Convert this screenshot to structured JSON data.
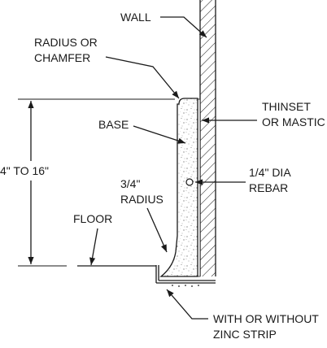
{
  "labels": {
    "wall": "WALL",
    "radius_chamfer": [
      "RADIUS OR",
      "CHAMFER"
    ],
    "thinset": [
      "THINSET",
      "OR MASTIC"
    ],
    "base": "BASE",
    "height": "4\" TO 16\"",
    "rebar": [
      "1/4\" DIA",
      "REBAR"
    ],
    "radius": [
      "3/4\"",
      "RADIUS"
    ],
    "floor": "FLOOR",
    "zinc": [
      "WITH OR WITHOUT",
      "ZINC STRIP"
    ]
  }
}
